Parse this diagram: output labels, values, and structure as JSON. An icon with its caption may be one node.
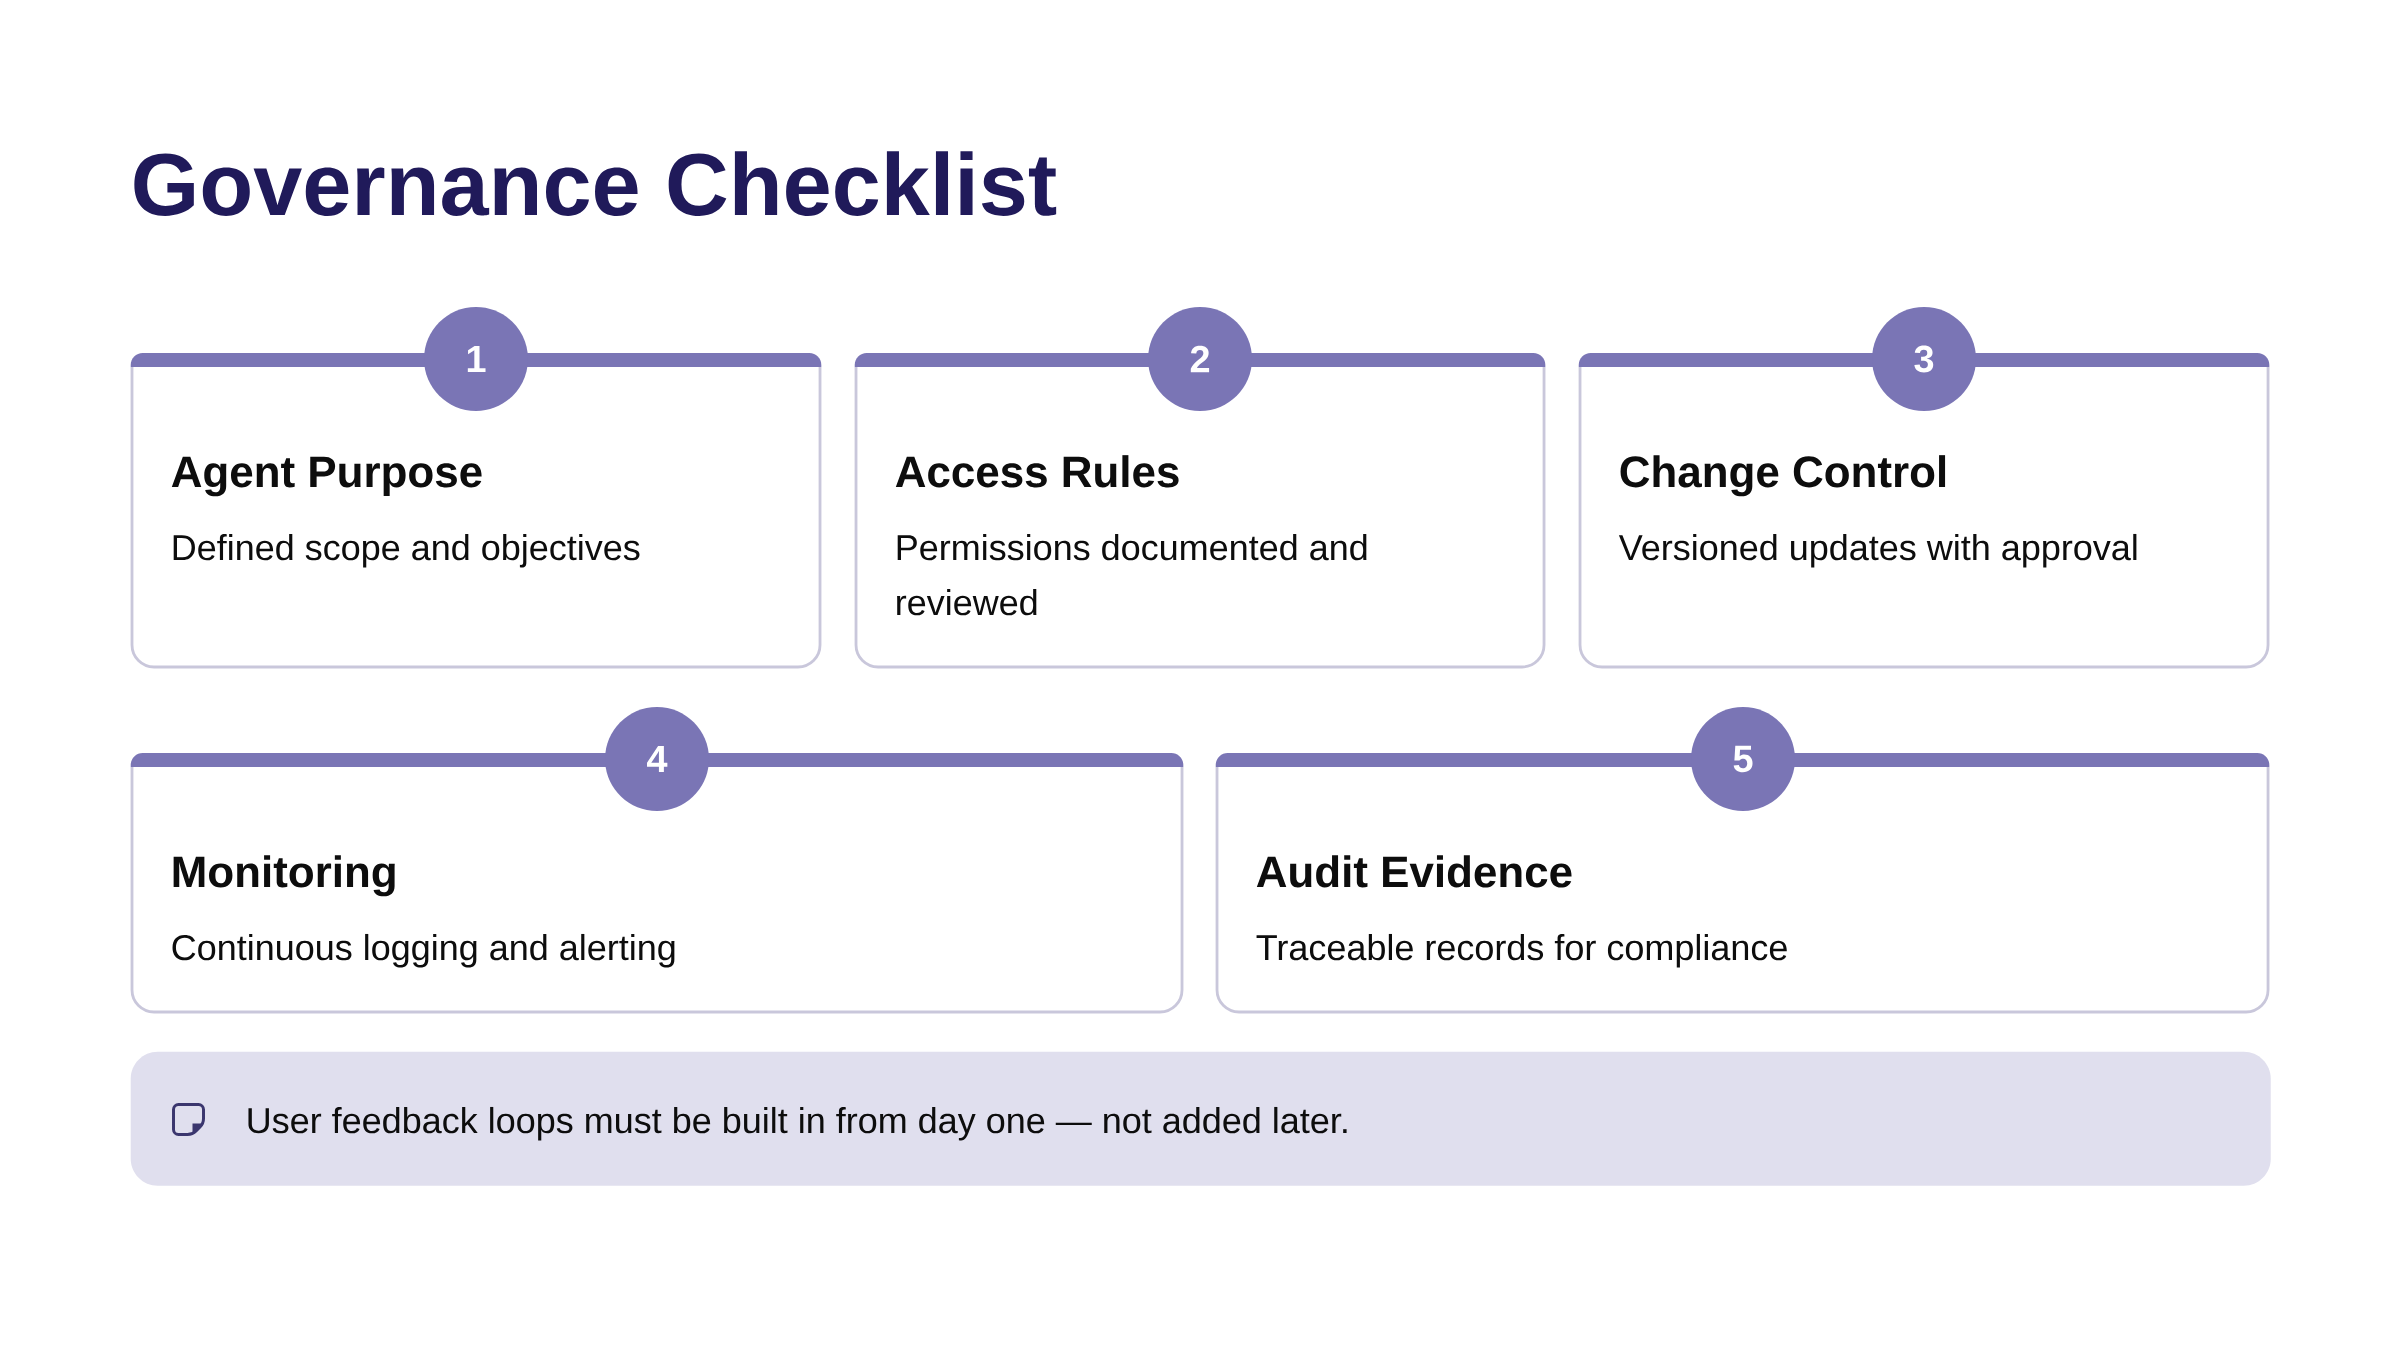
{
  "diagram": {
    "title": "Governance Checklist",
    "nodes": [
      {
        "text": [
          "1"
        ]
      },
      {
        "text": [
          "Agent Purpose",
          "Defined scope and objectives"
        ]
      },
      {
        "text": [
          "2"
        ]
      },
      {
        "text": [
          "Access Rules",
          "Permissions documented and reviewed"
        ]
      },
      {
        "text": [
          "3"
        ]
      },
      {
        "text": [
          "Change Control",
          "Versioned updates with approval"
        ]
      },
      {
        "text": [
          "4"
        ]
      },
      {
        "text": [
          "Monitoring",
          "Continuous logging and alerting"
        ]
      },
      {
        "text": [
          "5"
        ]
      },
      {
        "text": [
          "Audit Evidence",
          "Traceable records for compliance"
        ]
      },
      {
        "text": [
          "User feedback loops must be built in from day one — not added later."
        ]
      }
    ]
  }
}
